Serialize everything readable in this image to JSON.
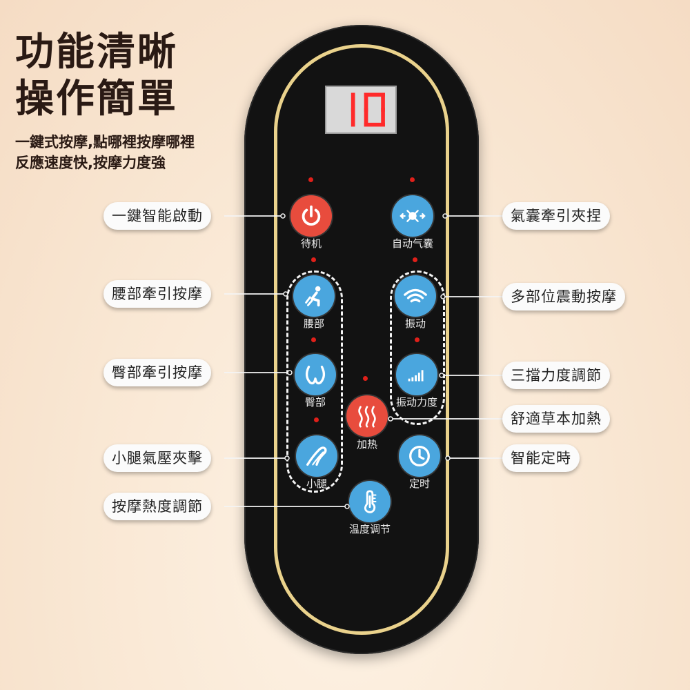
{
  "headline": {
    "line1": "功能清晰",
    "line2": "操作簡單"
  },
  "subline": {
    "line1": "一鍵式按摩,點哪裡按摩哪裡",
    "line2": "反應速度快,按摩力度強"
  },
  "display": {
    "digits": "10",
    "color": "#ff2a2a"
  },
  "buttons": {
    "standby": {
      "label": "待机",
      "icon": "power-icon",
      "color": "#e84c3d"
    },
    "airbag": {
      "label": "自动气囊",
      "icon": "airbag-icon",
      "color": "#4aa6de"
    },
    "waist": {
      "label": "腰部",
      "icon": "waist-massage-icon",
      "color": "#4aa6de"
    },
    "vibrate": {
      "label": "振动",
      "icon": "vibration-icon",
      "color": "#4aa6de"
    },
    "hip": {
      "label": "臀部",
      "icon": "hip-icon",
      "color": "#4aa6de"
    },
    "intensity": {
      "label": "振动力度",
      "icon": "signal-bars-icon",
      "color": "#4aa6de"
    },
    "heat": {
      "label": "加热",
      "icon": "heat-waves-icon",
      "color": "#e84c3d"
    },
    "calf": {
      "label": "小腿",
      "icon": "calf-icon",
      "color": "#4aa6de"
    },
    "timer": {
      "label": "定时",
      "icon": "clock-icon",
      "color": "#4aa6de"
    },
    "temp": {
      "label": "温度调节",
      "icon": "thermometer-icon",
      "color": "#4aa6de"
    }
  },
  "callouts": {
    "one_key_start": "一鍵智能啟動",
    "waist_traction": "腰部牽引按摩",
    "hip_traction": "臀部牽引按摩",
    "calf_pressure": "小腿氣壓夾擊",
    "heat_adjust": "按摩熱度調節",
    "airbag_clamp": "氣囊牽引夾捏",
    "multi_vibration": "多部位震動按摩",
    "three_level": "三擋力度調節",
    "herbal_heat": "舒適草本加熱",
    "smart_timer": "智能定時"
  },
  "colors": {
    "ring": "#ead28c",
    "led": "#e0201a",
    "remote": "#121212"
  }
}
